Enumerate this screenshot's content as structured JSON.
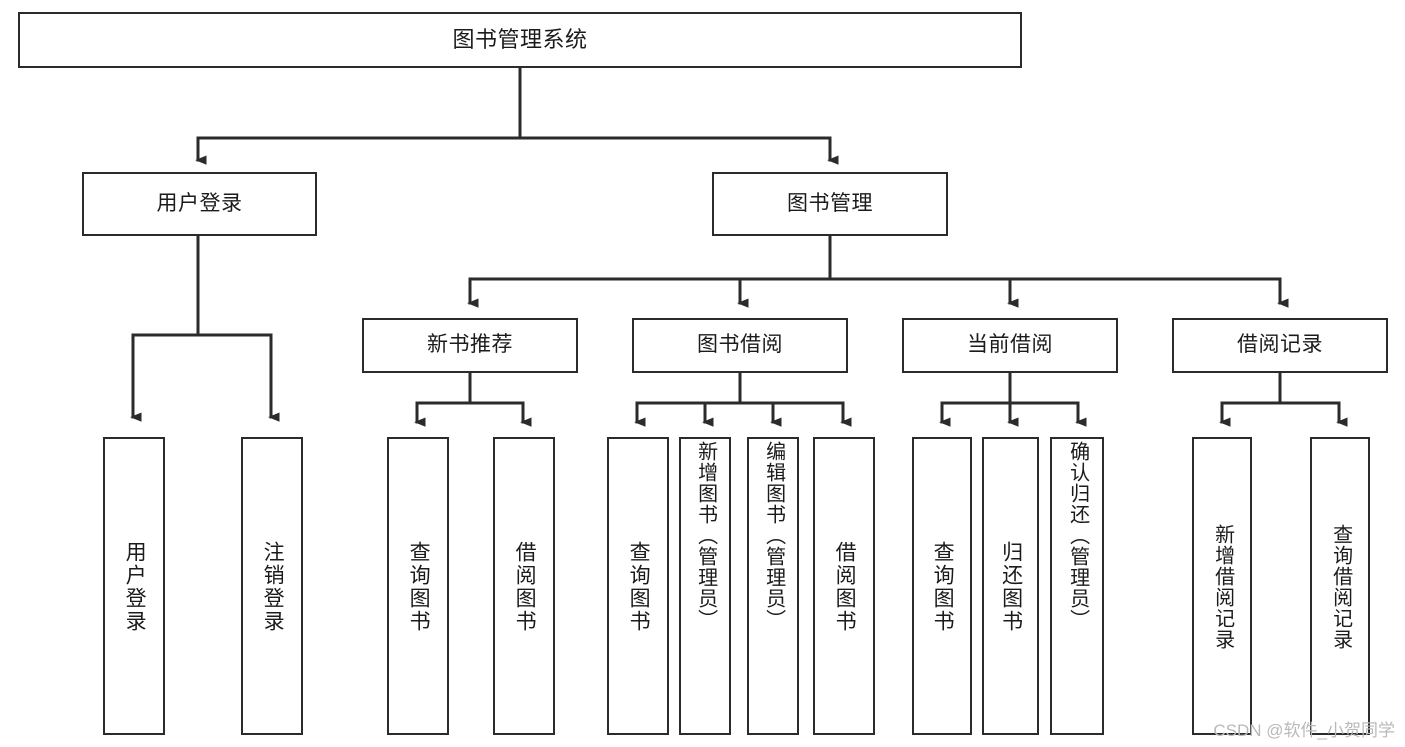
{
  "diagram": {
    "title": "图书管理系统",
    "type": "hierarchy-tree",
    "root": {
      "label": "图书管理系统"
    },
    "level1": [
      {
        "label": "用户登录"
      },
      {
        "label": "图书管理"
      }
    ],
    "level2": [
      {
        "label": "新书推荐"
      },
      {
        "label": "图书借阅"
      },
      {
        "label": "当前借阅"
      },
      {
        "label": "借阅记录"
      }
    ],
    "leaves": {
      "user_login": [
        {
          "label": "用户登录"
        },
        {
          "label": "注销登录"
        }
      ],
      "new_book_recommend": [
        {
          "label": "查询图书"
        },
        {
          "label": "借阅图书"
        }
      ],
      "book_borrow": [
        {
          "label": "查询图书"
        },
        {
          "label": "新增图书（管理员）"
        },
        {
          "label": "编辑图书（管理员）"
        },
        {
          "label": "借阅图书"
        }
      ],
      "current_borrow": [
        {
          "label": "查询图书"
        },
        {
          "label": "归还图书"
        },
        {
          "label": "确认归还（管理员）"
        }
      ],
      "borrow_record": [
        {
          "label": "新增借阅记录"
        },
        {
          "label": "查询借阅记录"
        }
      ]
    }
  },
  "watermark": {
    "text": "CSDN @软件_小贺同学"
  },
  "colors": {
    "box_border": "#2b2b2b",
    "box_fill": "#ffffff",
    "text": "#1b1b1b",
    "connector": "#2b2b2b",
    "watermark": "#b9b9b9",
    "background": "#ffffff"
  }
}
